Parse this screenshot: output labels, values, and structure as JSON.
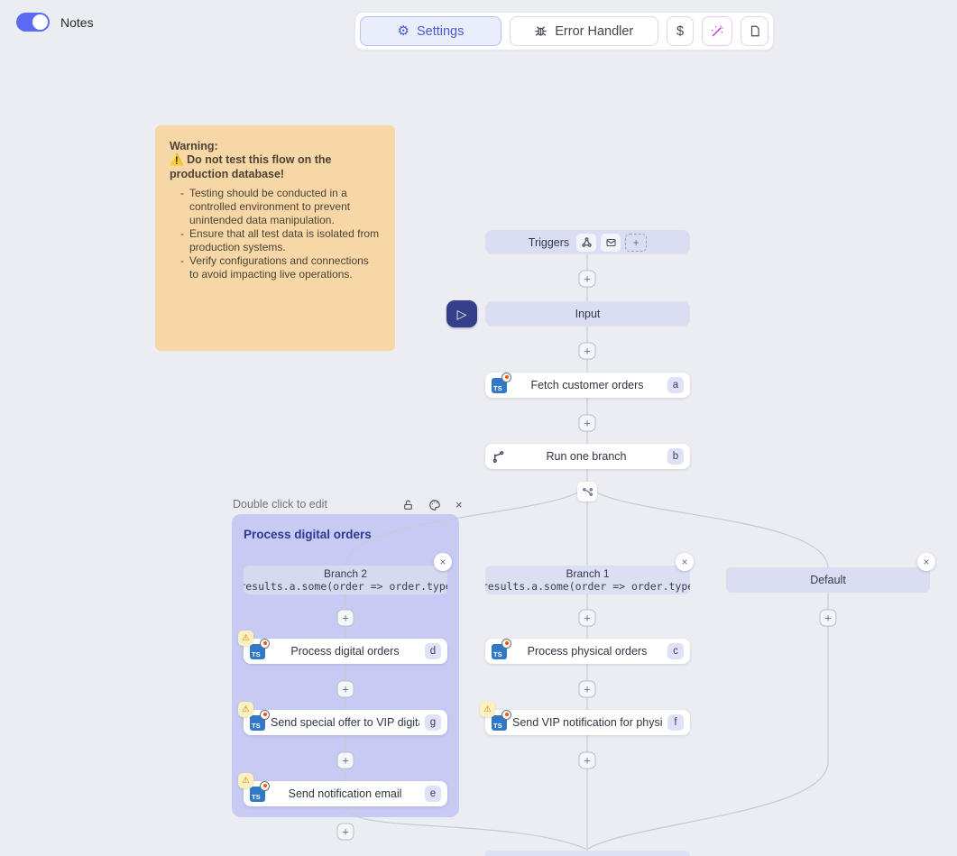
{
  "colors": {
    "canvas_bg": "#ecedf3",
    "accent_indigo": "#4a5bd0",
    "group_purple": "#c7cbf3",
    "node_lavender": "#dbdef2",
    "warning_note_bg": "#f8d7a6",
    "play_navy": "#353f8a",
    "wand_pink": "#bc2fd4",
    "ts_blue": "#3178c6",
    "warning_chip_bg": "#fbf0bf"
  },
  "icons": {
    "gear": "⚙",
    "dollar": "$",
    "plus": "+",
    "close": "×",
    "warning": "⚠",
    "play": "▷",
    "warn_emoji": "⚠️"
  },
  "topbar": {
    "notes_label": "Notes",
    "notes_enabled": true,
    "settings_label": "Settings",
    "error_handler_label": "Error Handler"
  },
  "warning_note": {
    "title": "Warning:",
    "warning_line": "Do not test this flow on the production database!",
    "bullets": [
      "Testing should be conducted in a controlled environment to prevent unintended data manipulation.",
      "Ensure that all test data is isolated from production systems.",
      "Verify configurations and connections to avoid impacting live operations."
    ]
  },
  "flow": {
    "triggers": {
      "label": "Triggers"
    },
    "input": {
      "label": "Input"
    },
    "fetch": {
      "label": "Fetch customer orders",
      "badge": "a"
    },
    "run_branch": {
      "label": "Run one branch",
      "badge": "b"
    },
    "group": {
      "hint": "Double click to edit",
      "title": "Process digital orders"
    },
    "branch2": {
      "label": "Branch 2",
      "code": "results.a.some(order => order.type"
    },
    "branch1": {
      "label": "Branch 1",
      "code": "results.a.some(order => order.type"
    },
    "default_branch": {
      "label": "Default"
    },
    "node_d": {
      "label": "Process digital orders",
      "badge": "d"
    },
    "node_g": {
      "label": "Send special offer to VIP digital c...",
      "badge": "g"
    },
    "node_e": {
      "label": "Send notification email",
      "badge": "e"
    },
    "node_c": {
      "label": "Process physical orders",
      "badge": "c"
    },
    "node_f": {
      "label": "Send VIP notification for physical...",
      "badge": "f"
    }
  }
}
